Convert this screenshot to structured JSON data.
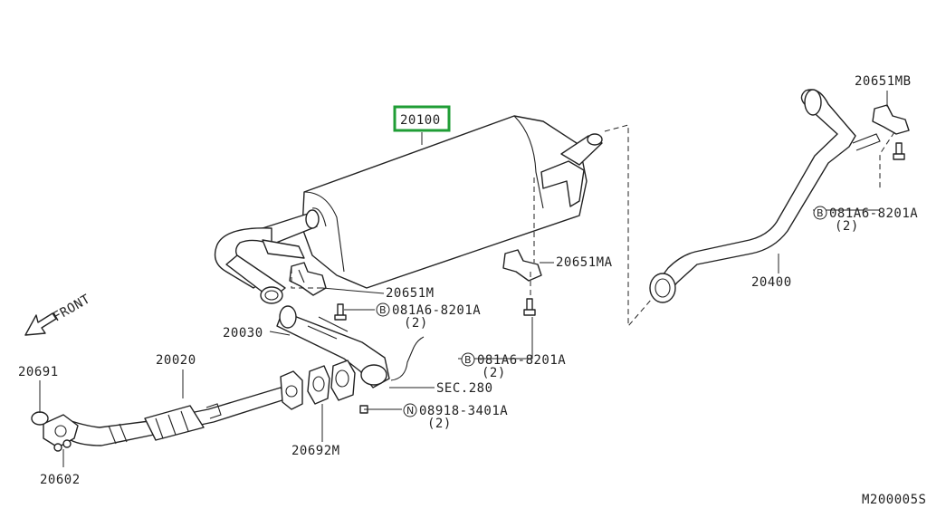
{
  "front_label": "FRONT",
  "diagram_code": "M200005S",
  "parts": {
    "p20100": "20100",
    "p20651mb": "20651MB",
    "p20651ma": "20651MA",
    "p20651m": "20651M",
    "p20400": "20400",
    "p20030": "20030",
    "p20020": "20020",
    "p20691": "20691",
    "p20602": "20602",
    "p20692m": "20692M",
    "sec280": "SEC.280"
  },
  "bolts": [
    {
      "prefix": "B",
      "number": "081A6-8201A",
      "qty": "(2)"
    },
    {
      "prefix": "B",
      "number": "081A6-8201A",
      "qty": "(2)"
    },
    {
      "prefix": "B",
      "number": "081A6-8201A",
      "qty": "(2)"
    },
    {
      "prefix": "N",
      "number": "08918-3401A",
      "qty": "(2)"
    }
  ],
  "highlight_color": "#1f9d35"
}
